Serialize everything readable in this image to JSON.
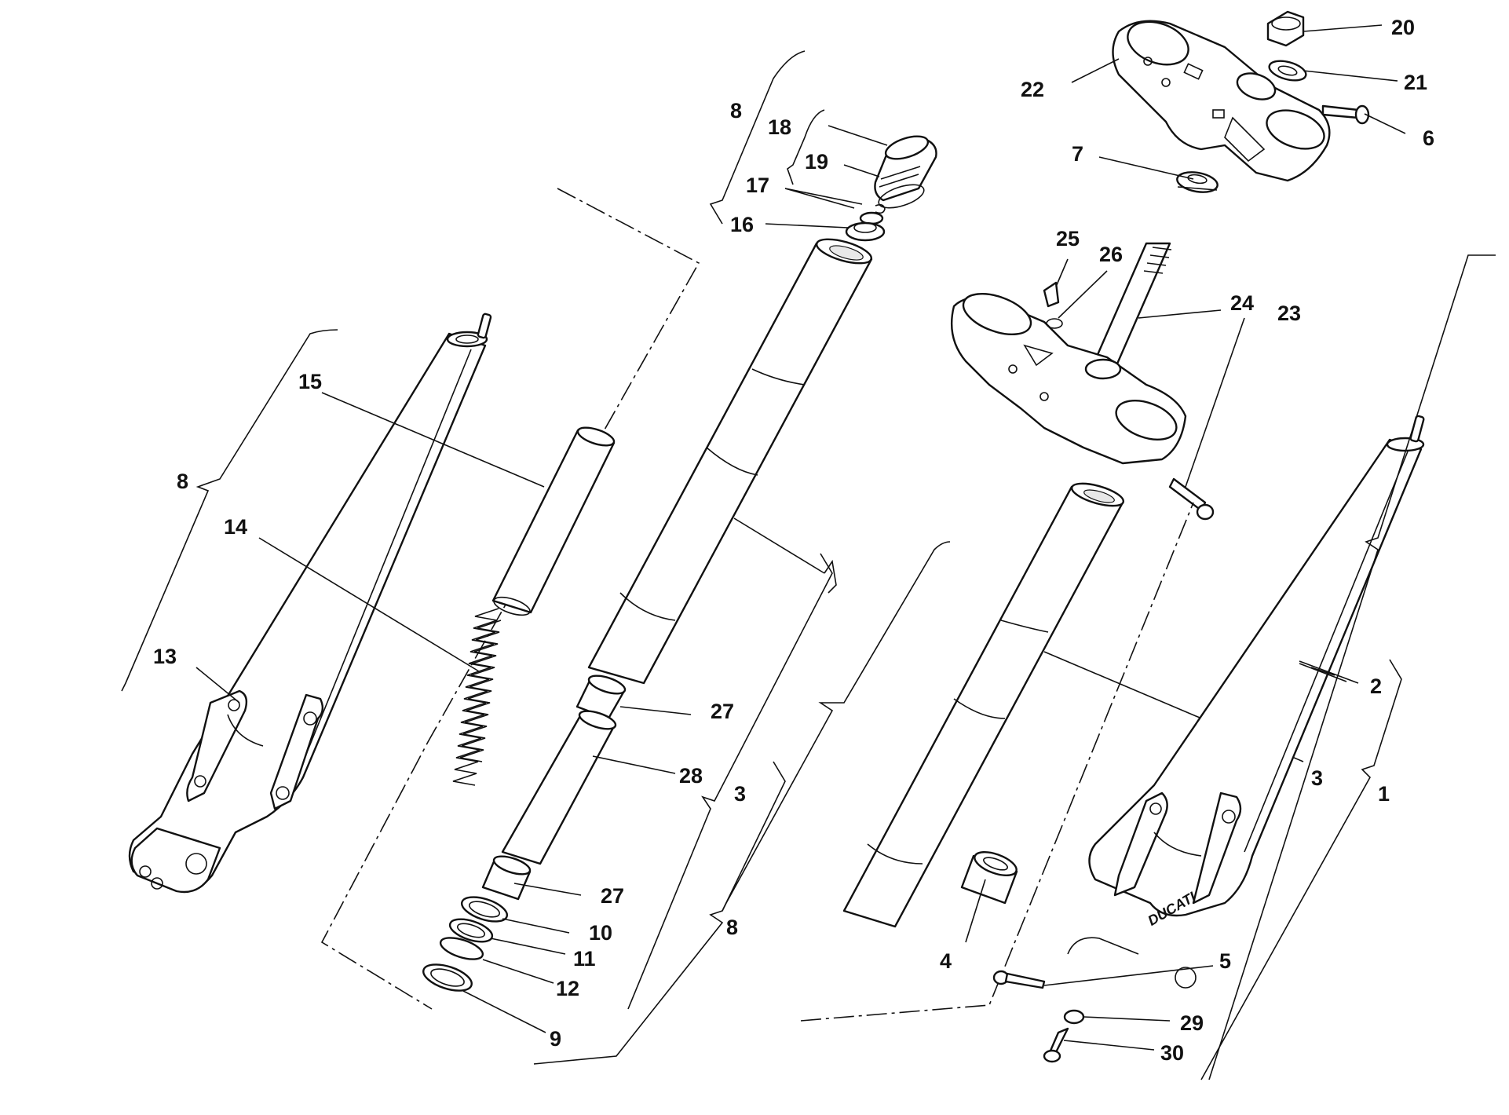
{
  "callouts": [
    {
      "id": "c1",
      "text": "1"
    },
    {
      "id": "c2",
      "text": "2"
    },
    {
      "id": "c3a",
      "text": "3"
    },
    {
      "id": "c3b",
      "text": "3"
    },
    {
      "id": "c4",
      "text": "4"
    },
    {
      "id": "c5",
      "text": "5"
    },
    {
      "id": "c6",
      "text": "6"
    },
    {
      "id": "c7",
      "text": "7"
    },
    {
      "id": "c8a",
      "text": "8"
    },
    {
      "id": "c8b",
      "text": "8"
    },
    {
      "id": "c8c",
      "text": "8"
    },
    {
      "id": "c9",
      "text": "9"
    },
    {
      "id": "c10",
      "text": "10"
    },
    {
      "id": "c11",
      "text": "11"
    },
    {
      "id": "c12",
      "text": "12"
    },
    {
      "id": "c13",
      "text": "13"
    },
    {
      "id": "c14",
      "text": "14"
    },
    {
      "id": "c15",
      "text": "15"
    },
    {
      "id": "c16",
      "text": "16"
    },
    {
      "id": "c17",
      "text": "17"
    },
    {
      "id": "c18",
      "text": "18"
    },
    {
      "id": "c19",
      "text": "19"
    },
    {
      "id": "c20",
      "text": "20"
    },
    {
      "id": "c21",
      "text": "21"
    },
    {
      "id": "c22",
      "text": "22"
    },
    {
      "id": "c23",
      "text": "23"
    },
    {
      "id": "c24",
      "text": "24"
    },
    {
      "id": "c25",
      "text": "25"
    },
    {
      "id": "c26",
      "text": "26"
    },
    {
      "id": "c27a",
      "text": "27"
    },
    {
      "id": "c27b",
      "text": "27"
    },
    {
      "id": "c28",
      "text": "28"
    },
    {
      "id": "c29",
      "text": "29"
    },
    {
      "id": "c30",
      "text": "30"
    }
  ],
  "slider_logo": "DUCATI"
}
